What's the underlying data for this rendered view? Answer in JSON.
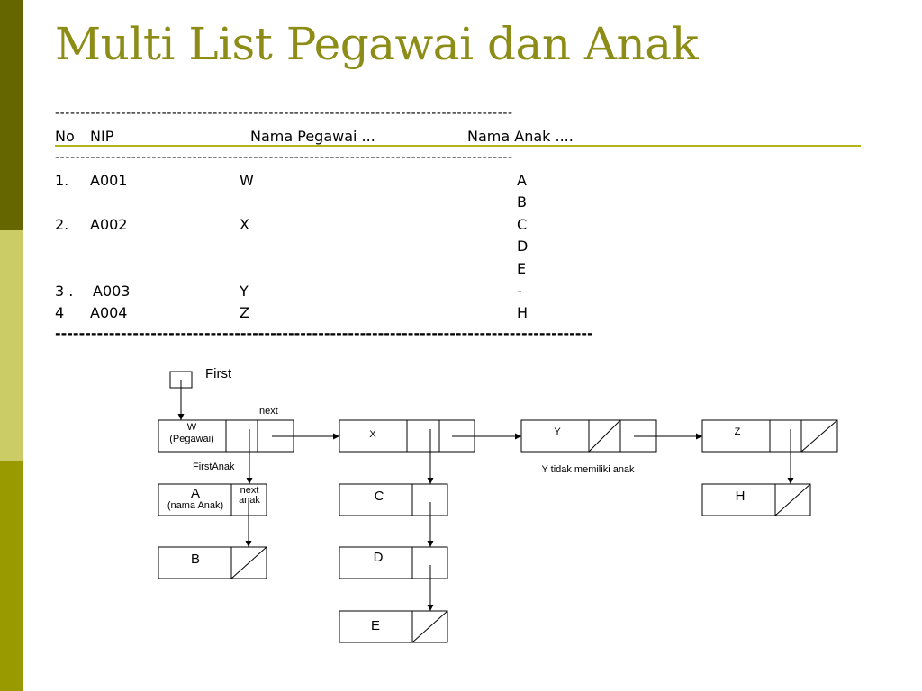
{
  "title": "Multi List Pegawai dan Anak",
  "table": {
    "rule": "------------------------------------------------------------------------------------------",
    "rule_bold": "------------------------------------------------------------------------------------------",
    "headers": {
      "no": "No",
      "nip": "NIP",
      "nama_pegawai": "Nama Pegawai ...",
      "nama_anak": "Nama Anak ...."
    },
    "rows": [
      {
        "no": "1.",
        "nip": "A001",
        "nama": "W",
        "anak": "A"
      },
      {
        "no": "",
        "nip": "",
        "nama": "",
        "anak": "B"
      },
      {
        "no": "2.",
        "nip": "A002",
        "nama": "X",
        "anak": "C"
      },
      {
        "no": "",
        "nip": "",
        "nama": "",
        "anak": "D"
      },
      {
        "no": "",
        "nip": "",
        "nama": "",
        "anak": "E"
      },
      {
        "no": "3 .",
        "nip": "A003",
        "nama": "Y",
        "anak": "-"
      },
      {
        "no": "4",
        "nip": "A004",
        "nama": "Z",
        "anak": "H"
      }
    ]
  },
  "diagram": {
    "first_label": "First",
    "next_label": "next",
    "firstanak_label": "FirstAnak",
    "next_anak_label_1": "next",
    "next_anak_label_2": "anak",
    "y_note": "Y tidak memiliki anak",
    "parents": [
      {
        "name": "W",
        "sub": "(Pegawai)"
      },
      {
        "name": "X"
      },
      {
        "name": "Y"
      },
      {
        "name": "Z"
      }
    ],
    "children": [
      {
        "name": "A",
        "sub": "(nama Anak)"
      },
      {
        "name": "B"
      },
      {
        "name": "C"
      },
      {
        "name": "D"
      },
      {
        "name": "E"
      },
      {
        "name": "H"
      }
    ]
  }
}
